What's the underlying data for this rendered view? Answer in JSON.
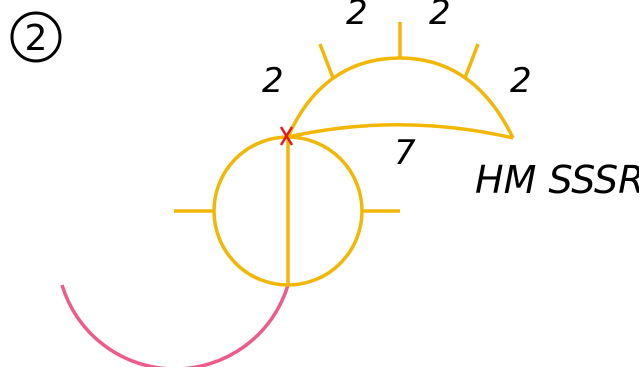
{
  "step": {
    "number": "2"
  },
  "labels": {
    "top_left": "2",
    "top_right": "2",
    "left": "2",
    "right": "2",
    "middle": "7",
    "name": "HM SSSR"
  },
  "colors": {
    "primary": "#f2b705",
    "secondary": "#ee5a8a",
    "marker": "#e8141c",
    "text": "#000000"
  }
}
